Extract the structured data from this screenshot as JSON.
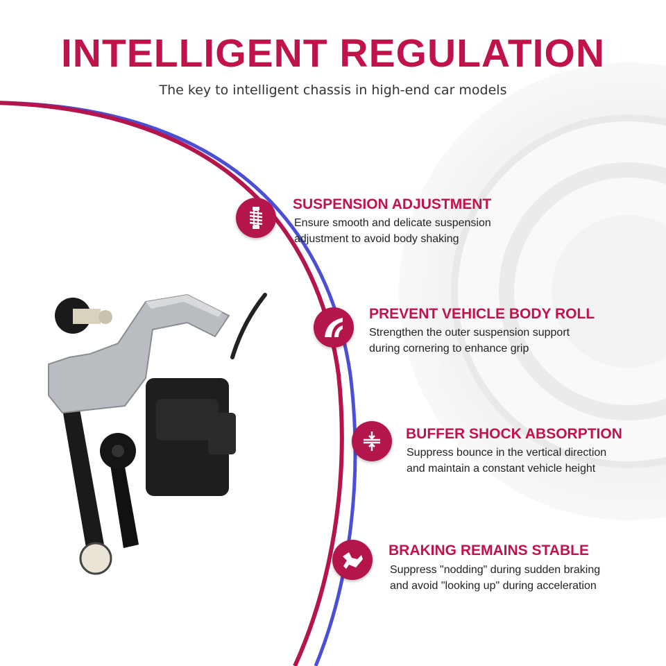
{
  "header": {
    "title": "INTELLIGENT REGULATION",
    "subtitle": "The key to intelligent chassis in high-end car models"
  },
  "colors": {
    "accent": "#c0134a",
    "arc_outer": "#b5154d",
    "arc_inner": "#4a4fd6",
    "text": "#222222"
  },
  "features": [
    {
      "icon": "shock-absorber-icon",
      "title": "SUSPENSION ADJUSTMENT",
      "line1": "Ensure smooth and delicate suspension",
      "line2": "adjustment to avoid body shaking"
    },
    {
      "icon": "curved-road-icon",
      "title": "PREVENT VEHICLE BODY ROLL",
      "line1": "Strengthen the outer suspension support",
      "line2": "during cornering to enhance grip"
    },
    {
      "icon": "compression-arrows-icon",
      "title": "BUFFER SHOCK ABSORPTION",
      "line1": "Suppress bounce in the vertical direction",
      "line2": "and maintain a constant vehicle height"
    },
    {
      "icon": "brake-pedal-icon",
      "title": "BRAKING REMAINS STABLE",
      "line1": "Suppress \"nodding\" during sudden braking",
      "line2": "and avoid \"looking up\" during acceleration"
    }
  ]
}
